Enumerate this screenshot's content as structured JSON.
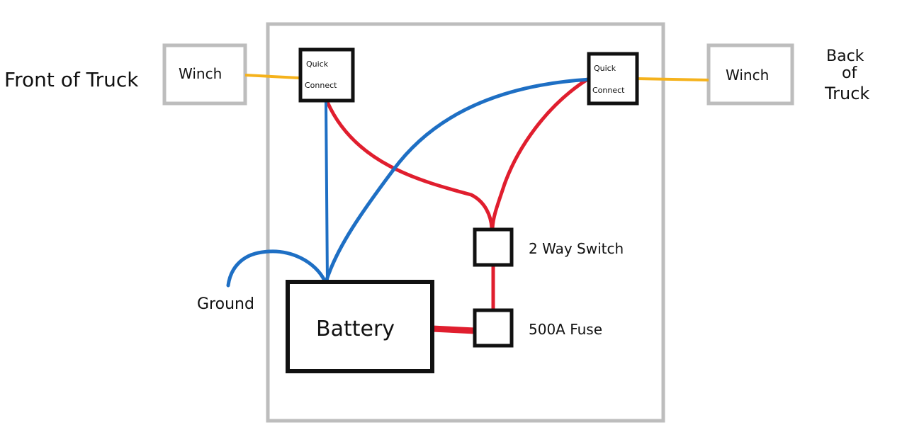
{
  "labels": {
    "front_of_truck": "Front of Truck",
    "back_of_truck_line1": "Back",
    "back_of_truck_line2": "of",
    "back_of_truck_line3": "Truck",
    "ground": "Ground",
    "two_way_switch": "2 Way Switch",
    "fuse": "500A Fuse"
  },
  "components": {
    "winch_front": "Winch",
    "winch_back": "Winch",
    "quick_connect_front_line1": "Quick",
    "quick_connect_front_line2": "Connect",
    "quick_connect_back_line1": "Quick",
    "quick_connect_back_line2": "Connect",
    "battery": "Battery"
  },
  "colors": {
    "frame": "#bdbdbd",
    "box_outline": "#111111",
    "positive_wire": "#e01e2e",
    "ground_wire": "#1e6fc4",
    "winch_lead": "#f5b21c"
  }
}
